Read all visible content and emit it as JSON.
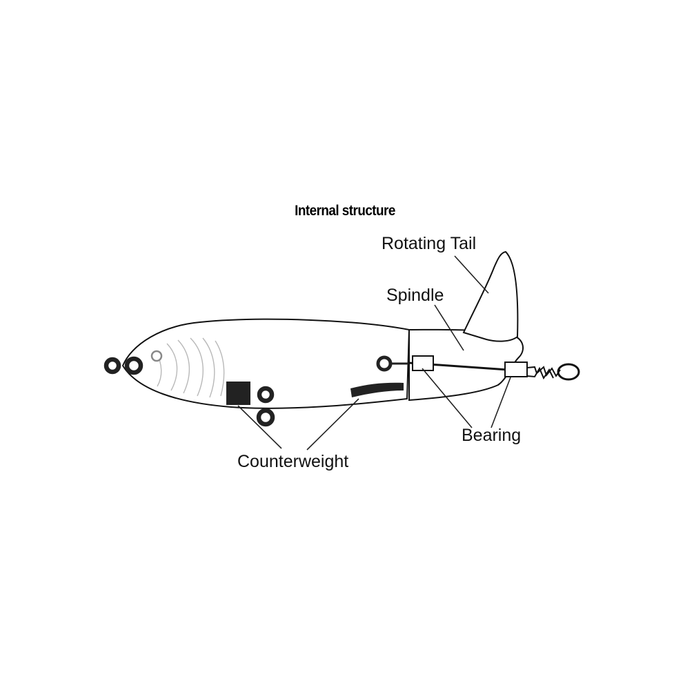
{
  "diagram": {
    "title": "Internal structure",
    "labels": {
      "rotating_tail": "Rotating Tail",
      "spindle": "Spindle",
      "bearing": "Bearing",
      "counterweight": "Counterweight"
    }
  },
  "colors": {
    "background": "#ffffff",
    "outline": "#111111",
    "body_fill": "#ffffff",
    "gill_lines": "#bbbbbb",
    "weight_fill": "#222222"
  }
}
